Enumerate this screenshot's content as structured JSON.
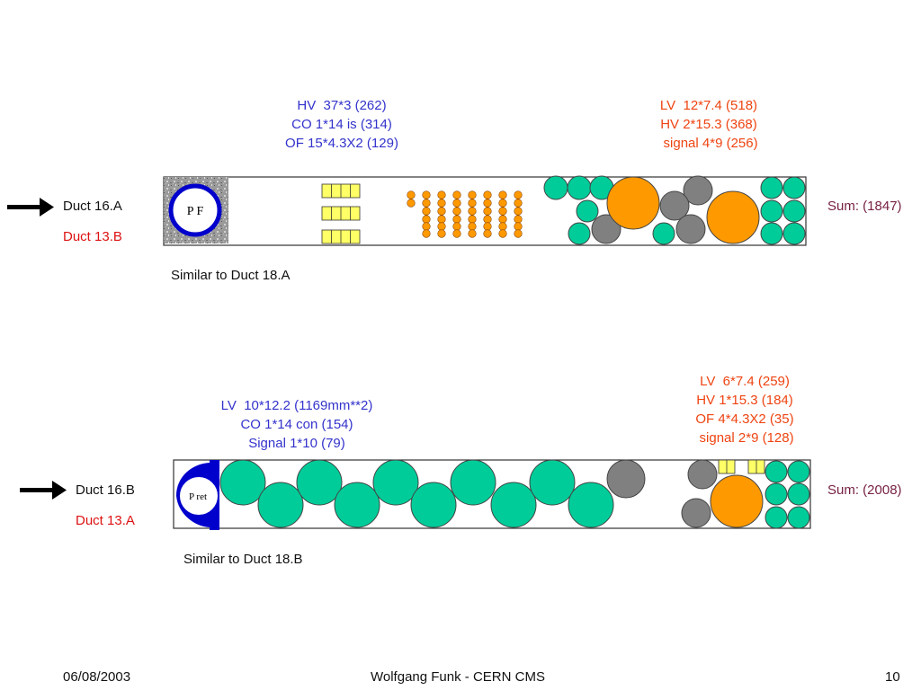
{
  "colors": {
    "cable_green": "#00cc99",
    "cable_grey": "#808080",
    "cable_orange": "#ff9900",
    "hv_yellow": "#ffff66",
    "tube_blue": "#0000cc",
    "label_blue": "#3333cc",
    "label_orange": "#ee4411",
    "label_red": "#dd1111",
    "sum_maroon": "#772244"
  },
  "duct_a": {
    "left_label_1": "Duct 16.A",
    "left_label_2": "Duct 13.B",
    "pipe_label": "P F",
    "similar": "Similar to Duct 18.A",
    "sum": "Sum: (1847)",
    "group_left": [
      "HV  37*3 (262)",
      "CO 1*14 is (314)",
      "OF 15*4.3X2 (129)"
    ],
    "group_right": [
      "LV  12*7.4 (518)",
      "HV 2*15.3 (368)",
      " signal 4*9 (256)"
    ]
  },
  "duct_b": {
    "left_label_1": "Duct 16.B",
    "left_label_2": "Duct 13.A",
    "pipe_label": "P ret",
    "similar": "Similar to Duct 18.B",
    "sum": "Sum: (2008)",
    "group_left": [
      "LV  10*12.2 (1169mm**2)",
      "CO 1*14 con (154)",
      "Signal 1*10 (79)"
    ],
    "group_right": [
      "LV  6*7.4 (259)",
      "HV 1*15.3 (184)",
      "OF 4*4.3X2 (35)",
      " signal 2*9 (128)"
    ]
  },
  "footer": {
    "date": "06/08/2003",
    "author": "Wolfgang Funk - CERN  CMS",
    "page": "10"
  }
}
